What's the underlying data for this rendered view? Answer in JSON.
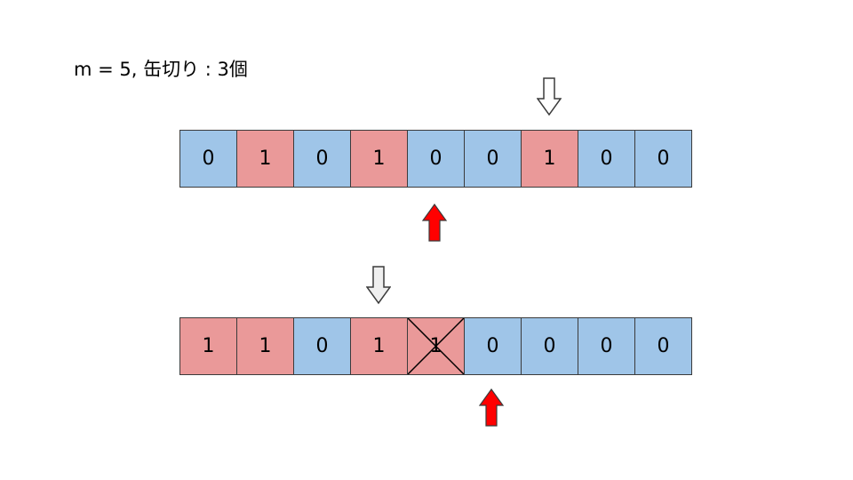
{
  "title": "m = 5, 缶切り : 3個",
  "row1": [
    "0",
    "1",
    "0",
    "1",
    "0",
    "0",
    "1",
    "0",
    "0"
  ],
  "row2": [
    "1",
    "1",
    "0",
    "1",
    "1",
    "0",
    "0",
    "0",
    "0"
  ],
  "crossed_index_row2": 4,
  "colors": {
    "zero_cell": "#9fc5e8",
    "one_cell": "#ea9999",
    "red_arrow": "#ff0000",
    "hollow_arrow_fill": "#efefef"
  },
  "icons": {
    "row1_top_arrow": "hollow-down-arrow",
    "row1_bottom_arrow": "red-up-arrow",
    "row2_top_arrow": "hollow-down-arrow",
    "row2_bottom_arrow": "red-up-arrow"
  }
}
